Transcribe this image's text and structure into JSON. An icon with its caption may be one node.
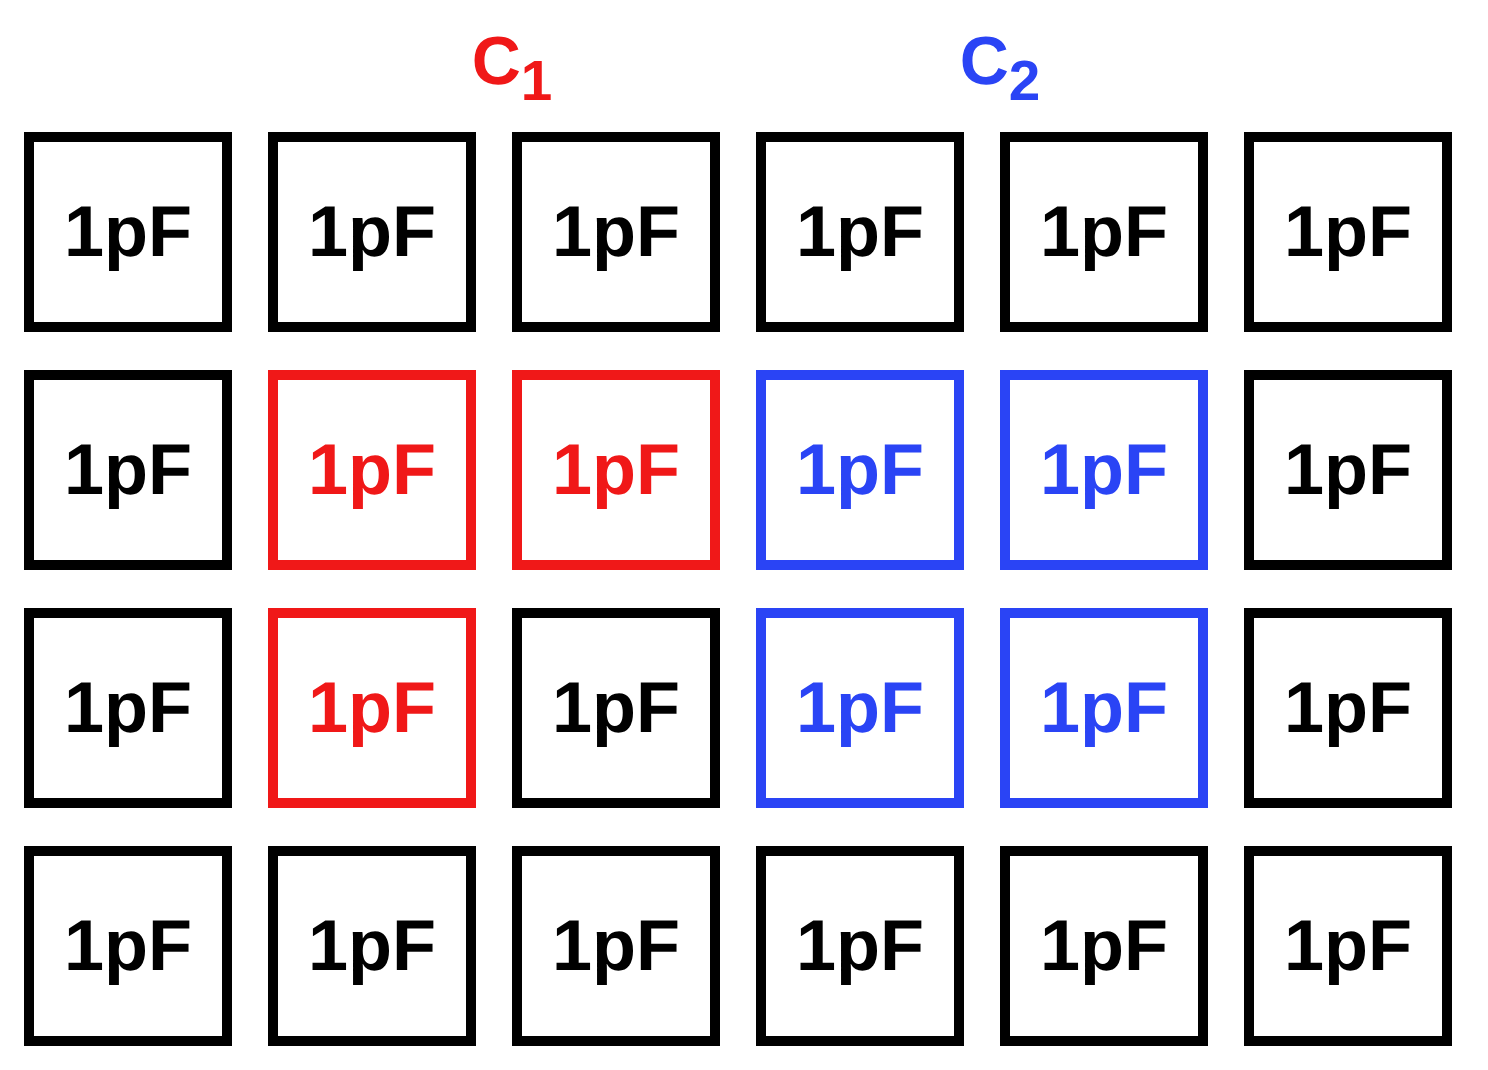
{
  "diagram": {
    "nodes": [
      {
        "text": [
          "1pF"
        ]
      },
      {
        "text": [
          "1pF"
        ]
      },
      {
        "text": [
          "1pF"
        ]
      },
      {
        "text": [
          "1pF"
        ]
      },
      {
        "text": [
          "1pF"
        ]
      },
      {
        "text": [
          "1pF"
        ]
      },
      {
        "text": [
          "1pF"
        ]
      },
      {
        "text": [
          "1pF"
        ]
      },
      {
        "text": [
          "1pF"
        ]
      },
      {
        "text": [
          "1pF"
        ]
      },
      {
        "text": [
          "1pF"
        ]
      },
      {
        "text": [
          "1pF"
        ]
      },
      {
        "text": [
          "1pF"
        ]
      },
      {
        "text": [
          "1pF"
        ]
      },
      {
        "text": [
          "1pF"
        ]
      },
      {
        "text": [
          "1pF"
        ]
      },
      {
        "text": [
          "1pF"
        ]
      },
      {
        "text": [
          "1pF"
        ]
      },
      {
        "text": [
          "1pF"
        ]
      },
      {
        "text": [
          "1pF"
        ]
      },
      {
        "text": [
          "1pF"
        ]
      },
      {
        "text": [
          "1pF"
        ]
      },
      {
        "text": [
          "1pF"
        ]
      },
      {
        "text": [
          "1pF"
        ]
      }
    ],
    "labels": [
      "C$_{1}$",
      "C$_{2}$"
    ]
  }
}
